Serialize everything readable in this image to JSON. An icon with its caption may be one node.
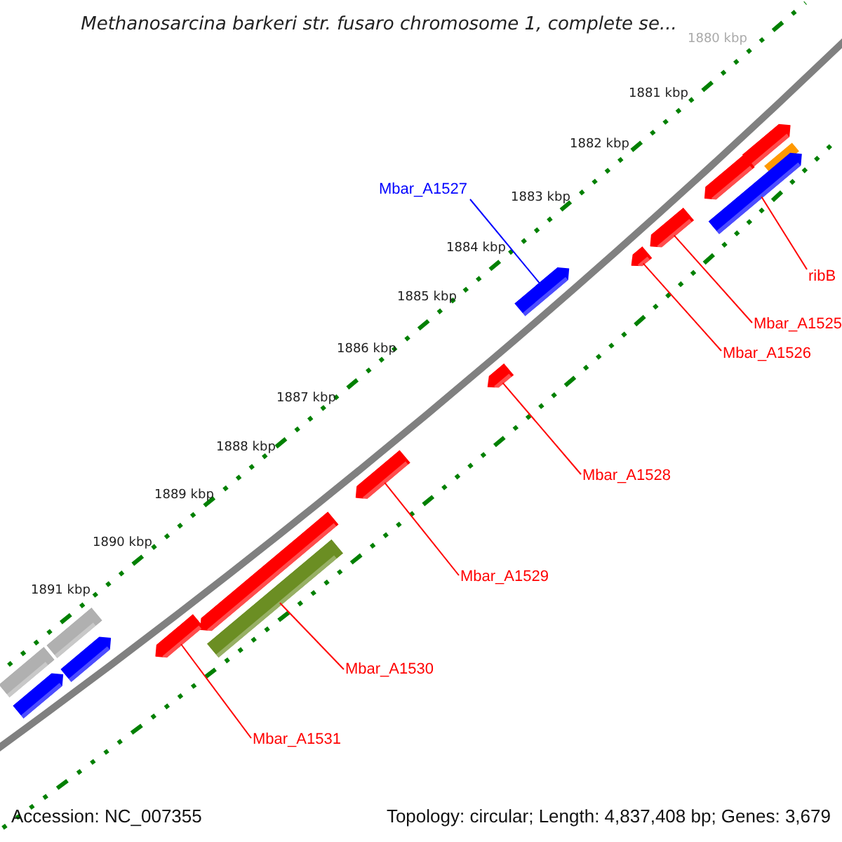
{
  "diagram": {
    "title": "Methanosarcina barkeri str. fusaro chromosome 1, complete se...",
    "nodes": [
      {
        "text": [
          "Mbar_A1527"
        ]
      },
      {
        "text": [
          "ribB"
        ]
      },
      {
        "text": [
          "Mbar_A1525"
        ]
      },
      {
        "text": [
          "Mbar_A1526"
        ]
      },
      {
        "text": [
          "Mbar_A1528"
        ]
      },
      {
        "text": [
          "Mbar_A1529"
        ]
      },
      {
        "text": [
          "Mbar_A1530"
        ]
      },
      {
        "text": [
          "Mbar_A1531"
        ]
      },
      {
        "text": [],
        "shape": "bar"
      },
      {
        "text": [],
        "shape": "bar"
      },
      {
        "text": [],
        "shape": "bar"
      },
      {
        "text": [],
        "shape": "bar"
      },
      {
        "text": [],
        "shape": "bar"
      },
      {
        "text": [],
        "shape": "bar"
      },
      {
        "text": [],
        "shape": "bar"
      },
      {
        "text": [],
        "shape": "bar"
      },
      {
        "text": [],
        "shape": "bar"
      },
      {
        "text": [],
        "shape": "bar"
      },
      {
        "text": [],
        "shape": "bar"
      },
      {
        "text": [],
        "shape": "bar"
      },
      {
        "text": [],
        "shape": "bar"
      },
      {
        "text": [],
        "shape": "bar"
      },
      {
        "text": [],
        "shape": "bar"
      },
      {
        "text": [],
        "shape": "bar"
      }
    ],
    "edges": [
      {
        "from": 0,
        "to": 14,
        "arrow": "none",
        "color": "#0000ff"
      },
      {
        "from": 1,
        "to": 11,
        "arrow": "none"
      },
      {
        "from": 2,
        "to": 12,
        "arrow": "none"
      },
      {
        "from": 3,
        "to": 13,
        "arrow": "none"
      },
      {
        "from": 4,
        "to": 15,
        "arrow": "none"
      },
      {
        "from": 5,
        "to": 16,
        "arrow": "none"
      },
      {
        "from": 6,
        "to": 18,
        "arrow": "none"
      },
      {
        "from": 7,
        "to": 19,
        "arrow": "none"
      }
    ],
    "labels": [
      "1880 kbp",
      "1881 kbp",
      "1882 kbp",
      "1883 kbp",
      "1884 kbp",
      "1885 kbp",
      "1886 kbp",
      "1887 kbp",
      "1888 kbp",
      "1889 kbp",
      "1890 kbp",
      "1891 kbp",
      "Accession: NC_007355",
      "Topology: circular; Length: 4,837,408 bp; Genes: 3,679"
    ]
  }
}
